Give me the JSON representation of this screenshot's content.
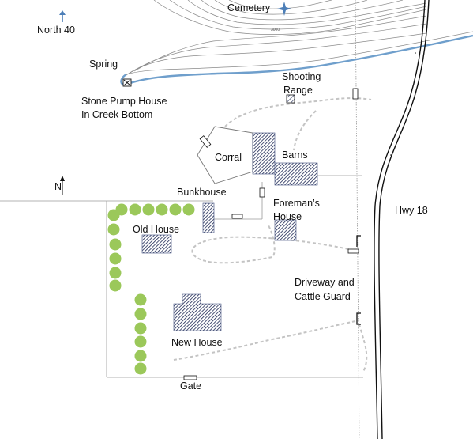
{
  "labels": {
    "cemetery": "Cemetery",
    "north40": "North 40",
    "spring": "Spring",
    "pump_line1": "Stone Pump House",
    "pump_line2": "In Creek Bottom",
    "range_line1": "Shooting",
    "range_line2": "Range",
    "corral": "Corral",
    "barns": "Barns",
    "bunkhouse": "Bunkhouse",
    "foreman_line1": "Foreman’s",
    "foreman_line2": "House",
    "old_house": "Old House",
    "hwy": "Hwy 18",
    "driveway_line1": "Driveway and",
    "driveway_line2": "Cattle Guard",
    "new_house": "New House",
    "gate": "Gate",
    "north_arrow": "N",
    "contour_value": "3000"
  },
  "colors": {
    "creek": "#6f9fcc",
    "trees": "#9bc85a",
    "buildings": "#1f2a55",
    "road": "#111111",
    "contours": "#777777",
    "paths": "#bdbdbd",
    "star": "#4d7fb8"
  },
  "icons": {
    "cemetery_marker": "star-icon",
    "north40_marker": "up-arrow-icon",
    "compass": "north-arrow-icon"
  }
}
